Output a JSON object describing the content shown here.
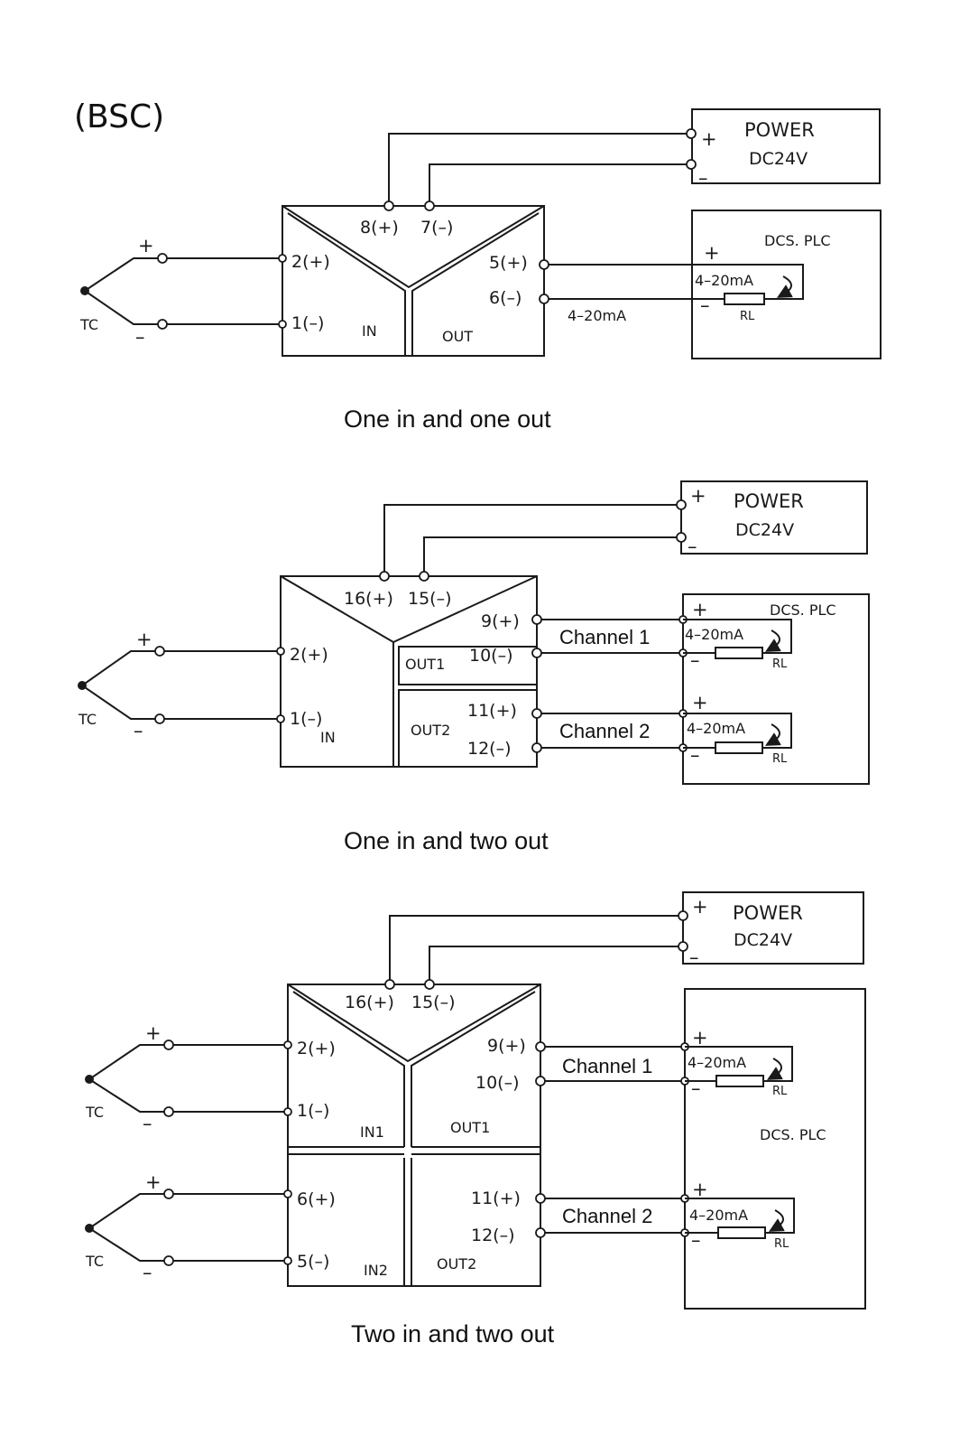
{
  "title": "(BSC)",
  "common": {
    "power": "POWER",
    "voltage": "DC24V",
    "dcs": "DCS. PLC",
    "tc": "TC",
    "plus": "+",
    "minus": "–",
    "loop": "4–20mA",
    "rl": "RL"
  },
  "diagram1": {
    "caption": "One in and one out",
    "t8": "8(+)",
    "t7": "7(–)",
    "t2": "2(+)",
    "t1": "1(–)",
    "t5": "5(+)",
    "t6": "6(–)",
    "in": "IN",
    "out": "OUT",
    "wire_label": "4–20mA"
  },
  "diagram2": {
    "caption": "One in and two out",
    "t16": "16(+)",
    "t15": "15(–)",
    "t2": "2(+)",
    "t1": "1(–)",
    "t9": "9(+)",
    "t10": "10(–)",
    "t11": "11(+)",
    "t12": "12(–)",
    "in": "IN",
    "out1": "OUT1",
    "out2": "OUT2",
    "ch1": "Channel 1",
    "ch2": "Channel 2"
  },
  "diagram3": {
    "caption": "Two in and two out",
    "t16": "16(+)",
    "t15": "15(–)",
    "t2": "2(+)",
    "t1": "1(–)",
    "t6": "6(+)",
    "t5": "5(–)",
    "t9": "9(+)",
    "t10": "10(–)",
    "t11": "11(+)",
    "t12": "12(–)",
    "in1": "IN1",
    "in2": "IN2",
    "out1": "OUT1",
    "out2": "OUT2",
    "ch1": "Channel 1",
    "ch2": "Channel 2"
  }
}
